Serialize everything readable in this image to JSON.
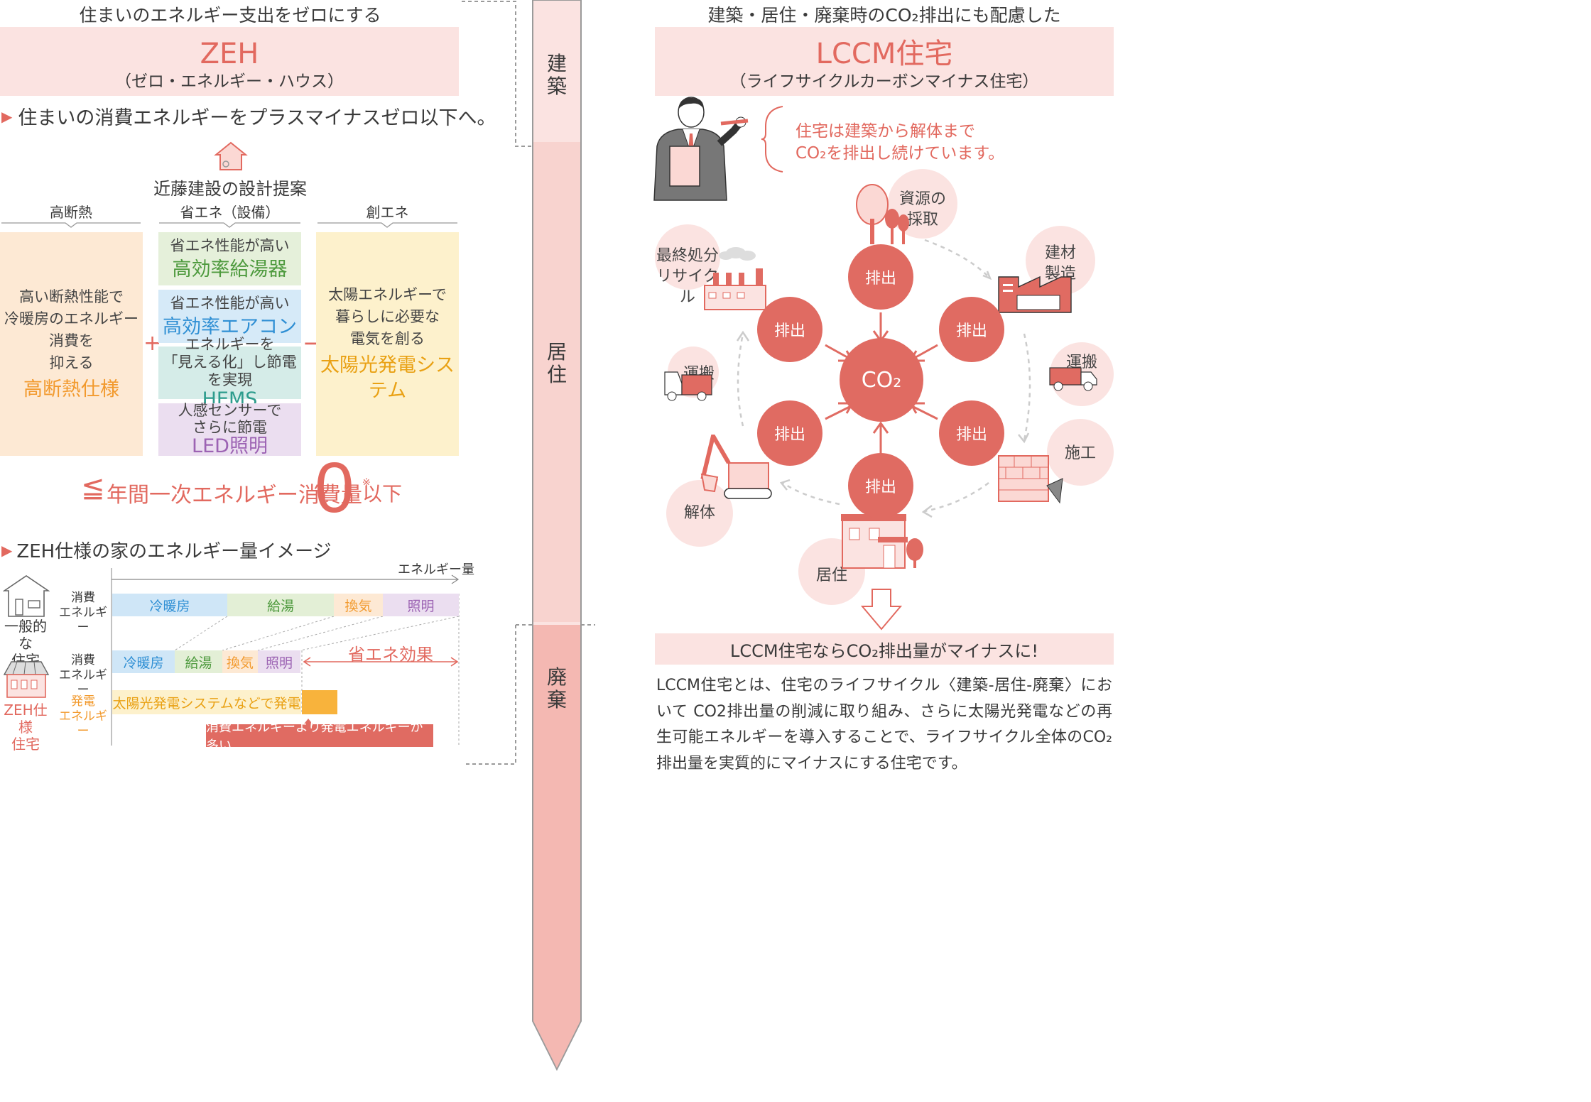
{
  "zeh": {
    "caption": "住まいのエネルギー支出をゼロにする",
    "title": "ZEH",
    "subtitle": "（ゼロ・エネルギー・ハウス）",
    "bullet": "住まいの消費エネルギーをプラスマイナスゼロ以下へ。",
    "design_label": "近藤建設の設計提案",
    "col_insulation": "高断熱",
    "col_saving": "省エネ（設備）",
    "col_creation": "創エネ",
    "insul_desc": "高い断熱性能で\n冷暖房のエネルギー消費を\n抑える",
    "insul_name": "高断熱仕様",
    "box1_desc": "省エネ性能が高い",
    "box1_name": "高効率給湯器",
    "box2_desc": "省エネ性能が高い",
    "box2_name": "高効率エアコン",
    "box3_desc": "エネルギーを\n「見える化」し節電を実現",
    "box3_name": "HEMS",
    "box4_desc": "人感センサーで\nさらに節電",
    "box4_name": "LED照明",
    "solar_desc": "太陽エネルギーで\n暮らしに必要な\n電気を創る",
    "solar_name": "太陽光発電システム",
    "plus": "+",
    "minus": "−",
    "leq": "≦",
    "annual": "年間一次エネルギー消費量",
    "annual_mark": "※",
    "zero": "0",
    "ika": "以下"
  },
  "energy_chart": {
    "heading": "ZEH仕様の家のエネルギー量イメージ",
    "axis_label": "エネルギー量",
    "house1_label": "一般的な\n住宅",
    "house2_label": "ZEH仕様\n住宅",
    "row1_label": "消費\nエネルギー",
    "row2_label": "消費\nエネルギー",
    "row3_label": "発電\nエネルギー",
    "seg_reidanbo": "冷暖房",
    "seg_kyuto": "給湯",
    "seg_kanki": "換気",
    "seg_shomei": "照明",
    "saving_effect": "省エネ効果",
    "generation": "太陽光発電システムなどで発電",
    "note": "消費エネルギーより発電エネルギーが多い"
  },
  "timeline": {
    "stage1": "建\n築",
    "stage2": "居\n住",
    "stage3": "廃\n棄"
  },
  "lccm": {
    "caption": "建築・居住・廃棄時のCO₂排出にも配慮した",
    "title": "LCCM住宅",
    "subtitle": "（ライフサイクルカーボンマイナス住宅）",
    "speech": "住宅は建築から解体まで\nCO₂を排出し続けています。",
    "co2": "CO₂",
    "emission": "排出",
    "stage_resource": "資源の\n採取",
    "stage_material": "建材\n製造",
    "stage_transport_r": "運搬",
    "stage_construction": "施工",
    "stage_living": "居住",
    "stage_demolition": "解体",
    "stage_transport_l": "運搬",
    "stage_disposal": "最終処分\nリサイクル",
    "result_band": "LCCM住宅ならCO₂排出量がマイナスに!",
    "description": "LCCM住宅とは、住宅のライフサイクル〈建築-居住-廃棄〉において CO2排出量の削減に取り組み、さらに太陽光発電などの再生可能エネルギーを導入することで、ライフサイクル全体のCO₂排出量を実質的にマイナスにする住宅です。"
  },
  "colors": {
    "rose": "#e2695f",
    "pink_band": "#fbe3e1",
    "orange": "#f29a2e",
    "insul_bg": "#fde9d4",
    "solar_bg": "#fdf1cc"
  }
}
